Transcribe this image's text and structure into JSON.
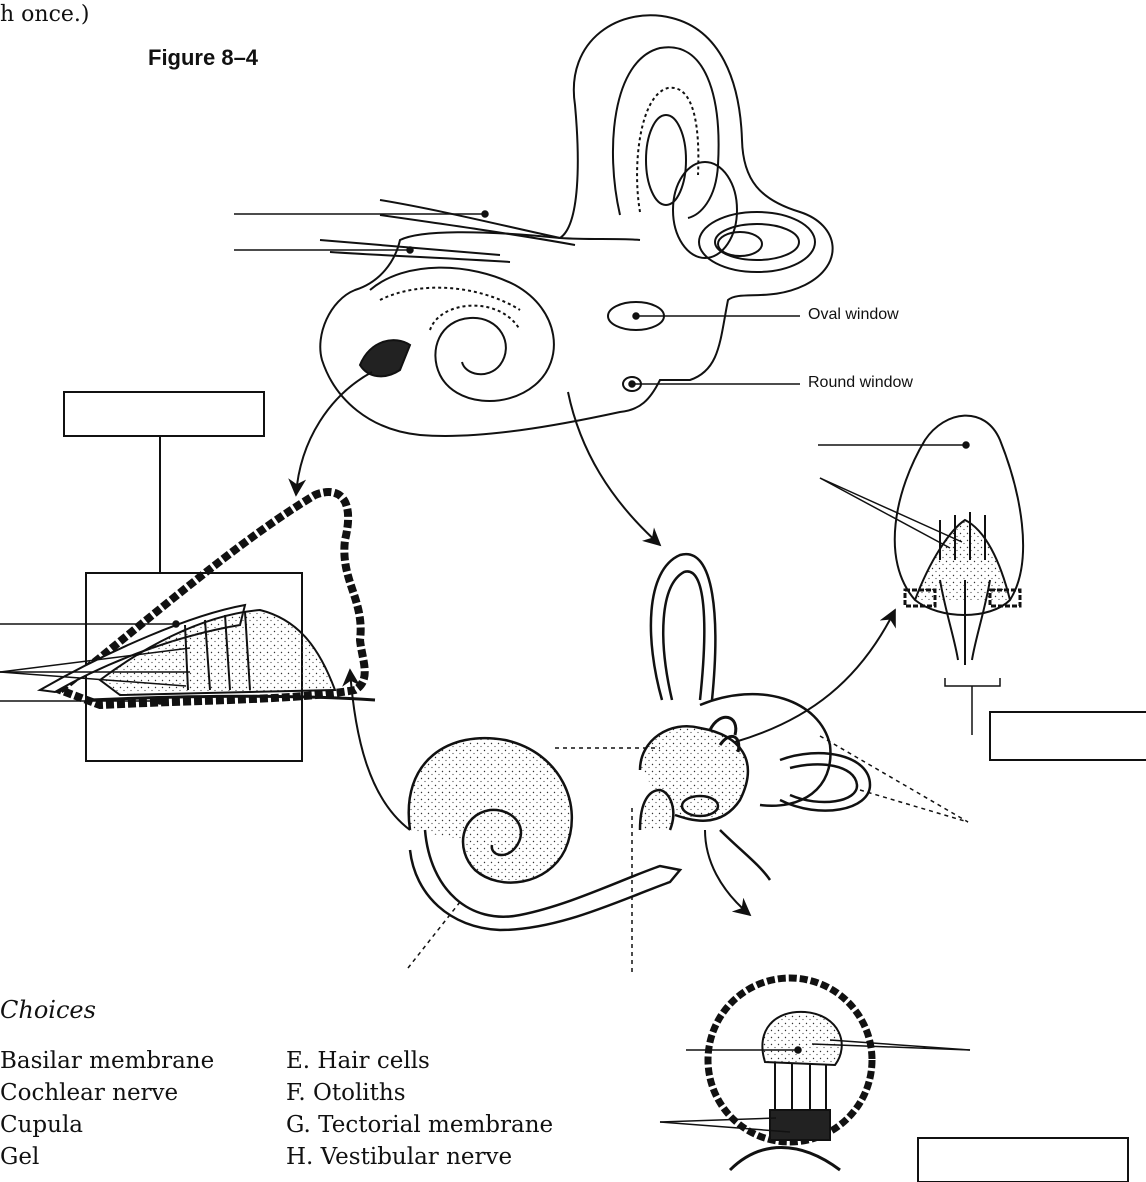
{
  "intro_fragment": "h once.)",
  "figure_title": "Figure 8–4",
  "callouts": {
    "oval_window": "Oval window",
    "round_window": "Round window"
  },
  "key_heading": "Choices",
  "key_items": [
    "Basilar membrane",
    "Cochlear nerve",
    "Cupula",
    "Gel",
    "E.  Hair cells",
    "F.  Otoliths",
    "G.  Tectorial membrane",
    "H.  Vestibular nerve"
  ]
}
